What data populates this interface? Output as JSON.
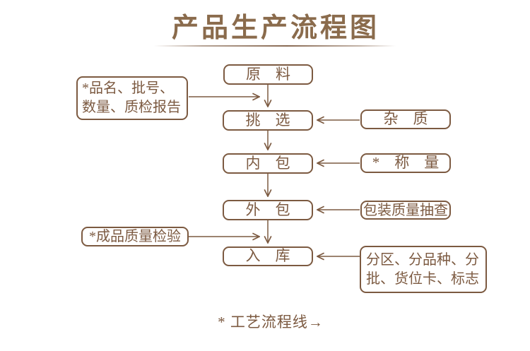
{
  "title": "产品生产流程图",
  "footnote": "* 工艺流程线→",
  "colors": {
    "line": "#7c5a41",
    "title": "#8a6b4c",
    "background": "#ffffff"
  },
  "nodes": {
    "raw_material": {
      "label": "原　料"
    },
    "selection": {
      "label": "挑　选"
    },
    "inner_packing": {
      "label": "内　包"
    },
    "outer_packing": {
      "label": "外　包"
    },
    "warehousing": {
      "label": "入　库"
    },
    "batch_info": {
      "lines": [
        "*品名、批号、",
        "数量、质检报告"
      ]
    },
    "finished_product_check": {
      "label": "*成品质量检验"
    },
    "impurity": {
      "label": "杂　质"
    },
    "weighing": {
      "label": "*　称　量"
    },
    "packing_quality_check": {
      "label": "包装质量抽查"
    },
    "warehouse_zoning": {
      "lines": [
        "分区、分品种、分",
        "批、货位卡、标志"
      ]
    }
  },
  "edges": [
    {
      "from": "raw_material",
      "to": "selection",
      "direction": "down"
    },
    {
      "from": "selection",
      "to": "inner_packing",
      "direction": "down"
    },
    {
      "from": "inner_packing",
      "to": "outer_packing",
      "direction": "down"
    },
    {
      "from": "outer_packing",
      "to": "warehousing",
      "direction": "down"
    },
    {
      "from": "batch_info",
      "to": "flow-line-raw_material-selection",
      "direction": "right"
    },
    {
      "from": "impurity",
      "to": "selection",
      "direction": "left"
    },
    {
      "from": "weighing",
      "to": "inner_packing",
      "direction": "left"
    },
    {
      "from": "packing_quality_check",
      "to": "outer_packing",
      "direction": "left"
    },
    {
      "from": "finished_product_check",
      "to": "flow-line-outer_packing-warehousing",
      "direction": "right"
    },
    {
      "from": "warehouse_zoning",
      "to": "warehousing",
      "direction": "left"
    }
  ]
}
